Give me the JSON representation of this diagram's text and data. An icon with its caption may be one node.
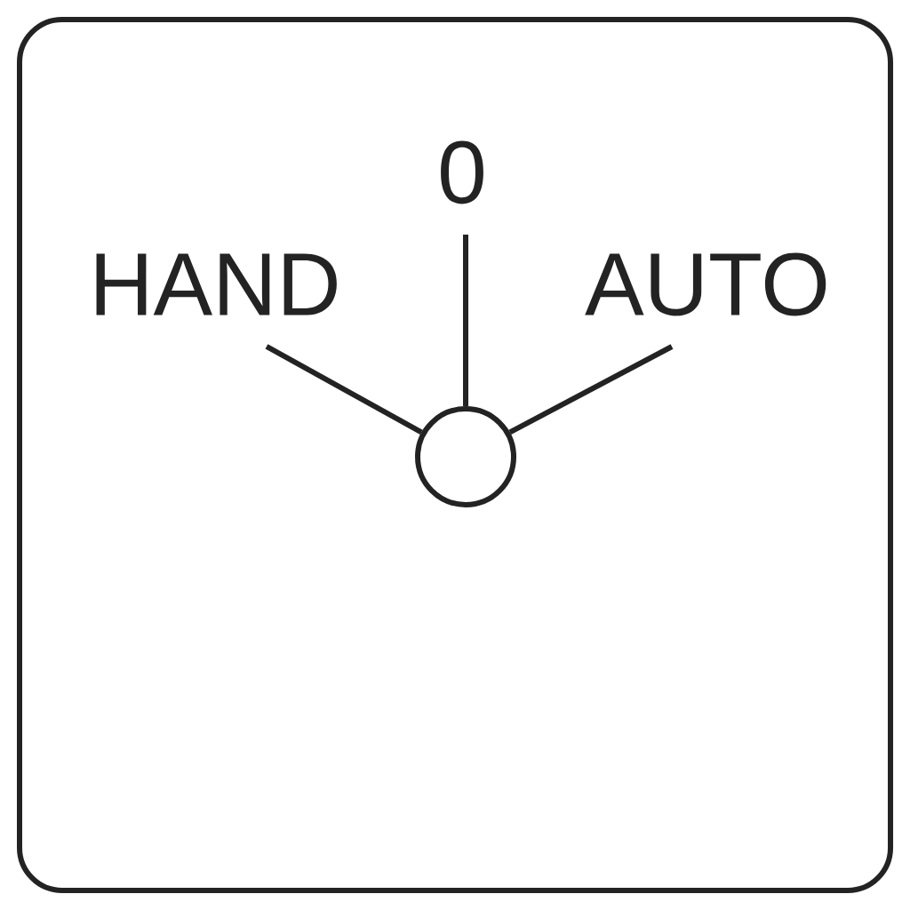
{
  "diagram": {
    "nodes": [
      {
        "text": [
          "0"
        ]
      },
      {
        "text": [
          "HAND"
        ]
      },
      {
        "text": [
          "AUTO"
        ]
      },
      {
        "text": [],
        "shape": "circle"
      }
    ],
    "edges": [
      {
        "from": 3,
        "to": 0,
        "arrow": "none"
      },
      {
        "from": 3,
        "to": 1,
        "arrow": "none"
      },
      {
        "from": 3,
        "to": 2,
        "arrow": "none"
      }
    ]
  }
}
